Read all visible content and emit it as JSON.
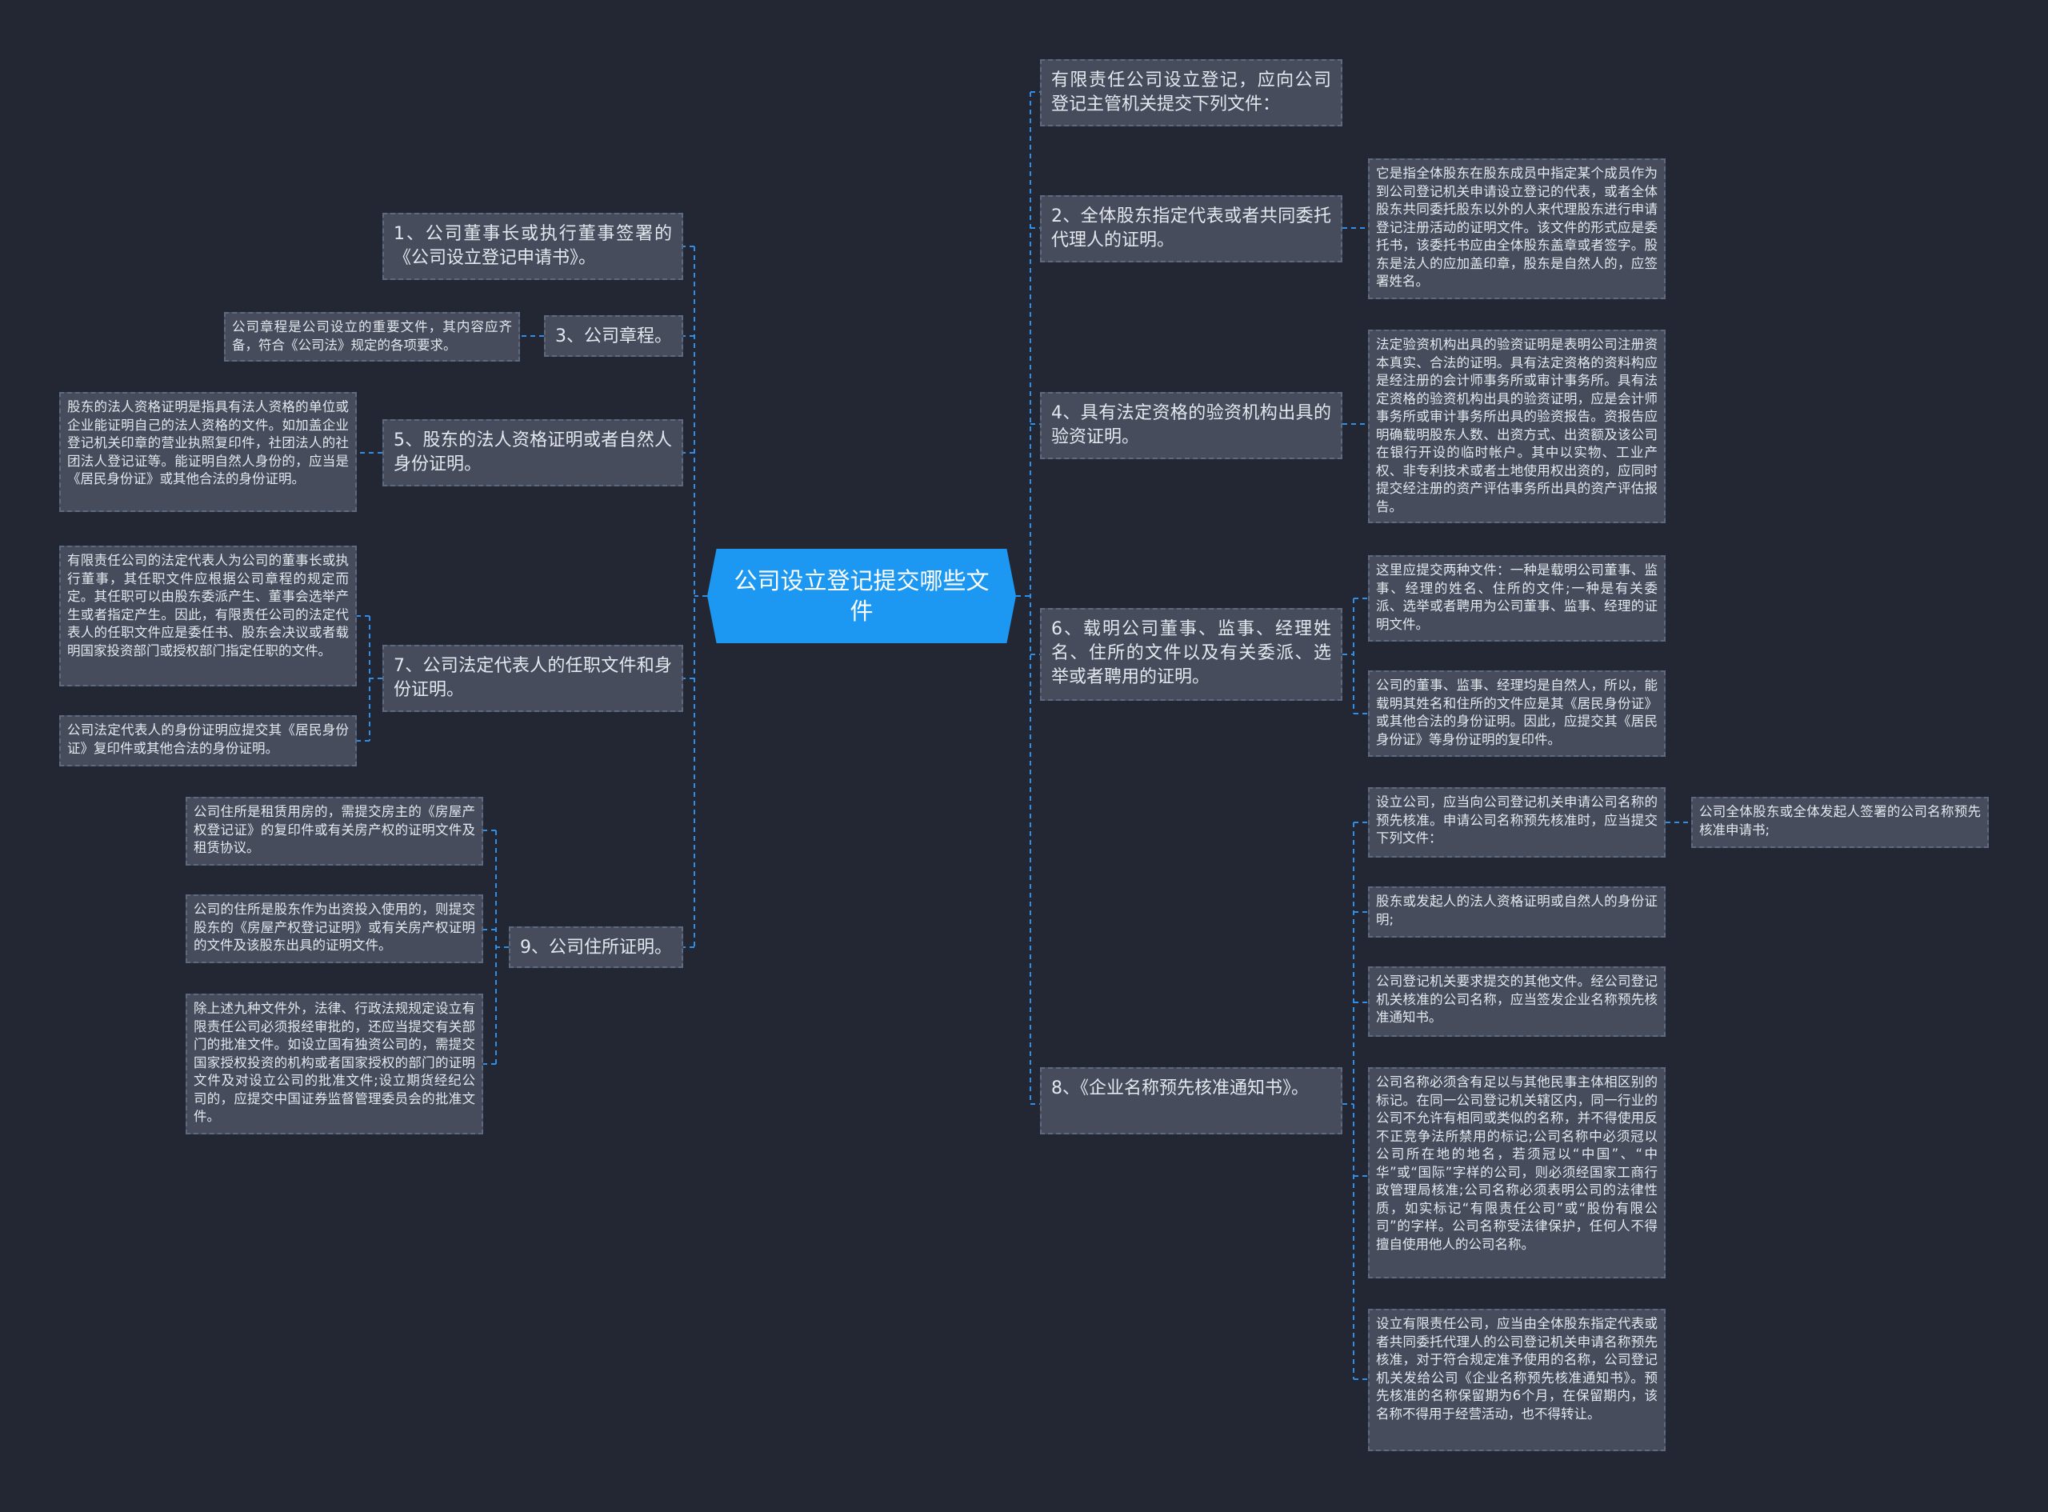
{
  "root": "公司设立登记提交哪些文件",
  "right": {
    "r0": "有限责任公司设立登记，应向公司登记主管机关提交下列文件：",
    "r2": "2、全体股东指定代表或者共同委托代理人的证明。",
    "r2_d": "它是指全体股东在股东成员中指定某个成员作为到公司登记机关申请设立登记的代表，或者全体股东共同委托股东以外的人来代理股东进行申请登记注册活动的证明文件。该文件的形式应是委托书，该委托书应由全体股东盖章或者签字。股东是法人的应加盖印章，股东是自然人的，应签署姓名。",
    "r4": "4、具有法定资格的验资机构出具的验资证明。",
    "r4_d": "法定验资机构出具的验资证明是表明公司注册资本真实、合法的证明。具有法定资格的资料构应是经注册的会计师事务所或审计事务所。具有法定资格的验资机构出具的验资证明，应是会计师事务所或审计事务所出具的验资报告。资报告应明确载明股东人数、出资方式、出资额及该公司在银行开设的临时帐户。其中以实物、工业产权、非专利技术或者土地使用权出资的，应同时提交经注册的资产评估事务所出具的资产评估报告。",
    "r6": "6、载明公司董事、监事、经理姓名、住所的文件以及有关委派、选举或者聘用的证明。",
    "r6_d1": "这里应提交两种文件：一种是载明公司董事、监事、经理的姓名、住所的文件;一种是有关委派、选举或者聘用为公司董事、监事、经理的证明文件。",
    "r6_d2": "公司的董事、监事、经理均是自然人，所以，能载明其姓名和住所的文件应是其《居民身份证》或其他合法的身份证明。因此，应提交其《居民身份证》等身份证明的复印件。",
    "r8": "8、《企业名称预先核准通知书》。",
    "r8_d1": "设立公司，应当向公司登记机关申请公司名称的预先核准。申请公司名称预先核准时，应当提交下列文件：",
    "r8_d1a": "公司全体股东或全体发起人签署的公司名称预先核准申请书;",
    "r8_d2": "股东或发起人的法人资格证明或自然人的身份证明;",
    "r8_d3": "公司登记机关要求提交的其他文件。经公司登记机关核准的公司名称，应当签发企业名称预先核准通知书。",
    "r8_d4": "公司名称必须含有足以与其他民事主体相区别的标记。在同一公司登记机关辖区内，同一行业的公司不允许有相同或类似的名称，并不得使用反不正竞争法所禁用的标记;公司名称中必须冠以公司所在地的地名，若须冠以“中国”、“中华”或“国际”字样的公司，则必须经国家工商行政管理局核准;公司名称必须表明公司的法律性质，如实标记“有限责任公司”或“股份有限公司”的字样。公司名称受法律保护，任何人不得擅自使用他人的公司名称。",
    "r8_d5": "设立有限责任公司，应当由全体股东指定代表或者共同委托代理人的公司登记机关申请名称预先核准，对于符合规定准予使用的名称，公司登记机关发给公司《企业名称预先核准通知书》。预先核准的名称保留期为6个月，在保留期内，该名称不得用于经营活动，也不得转让。"
  },
  "left": {
    "l1": "1、公司董事长或执行董事签署的《公司设立登记申请书》。",
    "l3": "3、公司章程。",
    "l3_d": "公司章程是公司设立的重要文件，其内容应齐备，符合《公司法》规定的各项要求。",
    "l5": "5、股东的法人资格证明或者自然人身份证明。",
    "l5_d": "股东的法人资格证明是指具有法人资格的单位或企业能证明自己的法人资格的文件。如加盖企业登记机关印章的营业执照复印件，社团法人的社团法人登记证等。能证明自然人身份的，应当是《居民身份证》或其他合法的身份证明。",
    "l7": "7、公司法定代表人的任职文件和身份证明。",
    "l7_d1": "有限责任公司的法定代表人为公司的董事长或执行董事，其任职文件应根据公司章程的规定而定。其任职可以由股东委派产生、董事会选举产生或者指定产生。因此，有限责任公司的法定代表人的任职文件应是委任书、股东会决议或者载明国家投资部门或授权部门指定任职的文件。",
    "l7_d2": "公司法定代表人的身份证明应提交其《居民身份证》复印件或其他合法的身份证明。",
    "l9": "9、公司住所证明。",
    "l9_d1": "公司住所是租赁用房的，需提交房主的《房屋产权登记证》的复印件或有关房产权的证明文件及租赁协议。",
    "l9_d2": "公司的住所是股东作为出资投入使用的，则提交股东的《房屋产权登记证明》或有关房产权证明的文件及该股东出具的证明文件。",
    "l9_d3": "除上述九种文件外，法律、行政法规规定设立有限责任公司必须报经审批的，还应当提交有关部门的批准文件。如设立国有独资公司的，需提交国家授权投资的机构或者国家授权的部门的证明文件及对设立公司的批准文件;设立期货经纪公司的，应提交中国证券监督管理委员会的批准文件。"
  }
}
